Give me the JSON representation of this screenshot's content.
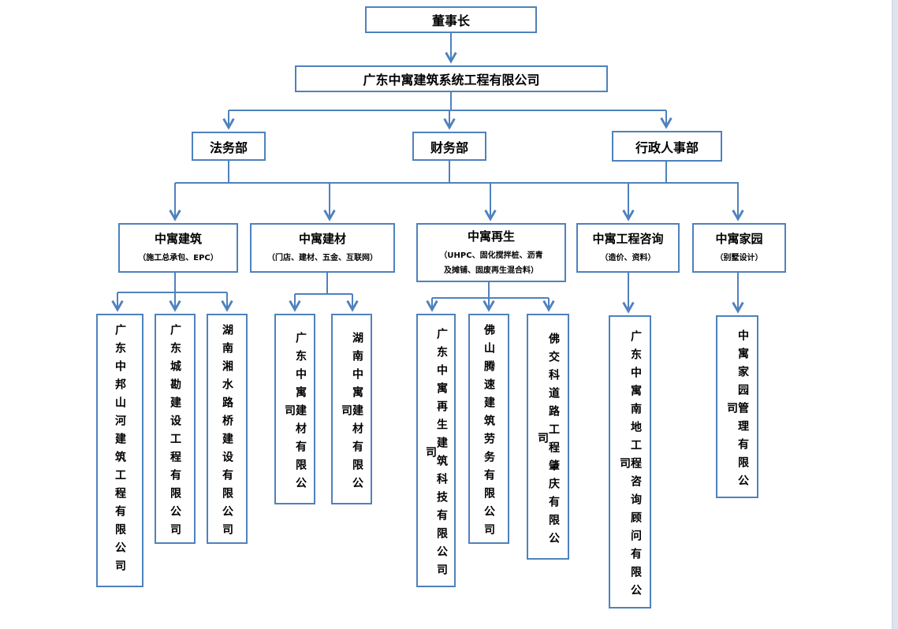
{
  "colors": {
    "accent": "#4f81bd",
    "scrollbar_track": "#dde4eb"
  },
  "org_chart": {
    "chairman": "董事长",
    "company": "广东中寓建筑系统工程有限公司",
    "departments": [
      {
        "label": "法务部"
      },
      {
        "label": "财务部"
      },
      {
        "label": "行政人事部"
      }
    ],
    "divisions": [
      {
        "title": "中寓建筑",
        "subtitle": "（施工总承包、EPC）",
        "companies": [
          "广东中邦山河建筑工程有限公司",
          "广东城勘建设工程有限公司",
          "湖南湘水路桥建设有限公司"
        ]
      },
      {
        "title": "中寓建材",
        "subtitle": "（门店、建材、五金、互联网）",
        "companies": [
          "广东中寓建材有限公司",
          "湖南中寓建材有限公司"
        ]
      },
      {
        "title": "中寓再生",
        "subtitle": "（UHPC、固化搅拌桩、沥青\n及摊铺、固废再生混合料）",
        "companies": [
          "广东中寓再生建筑科技有限公司司",
          "佛山腾速建筑劳务有限公司",
          "佛交科道路工程肇庆有限公司"
        ]
      },
      {
        "title": "中寓工程咨询",
        "subtitle": "（造价、资料）",
        "companies": [
          "广东中寓南地工程咨询顾问有限公司"
        ]
      },
      {
        "title": "中寓家园",
        "subtitle": "（别墅设计）",
        "companies": [
          "中寓家园管理有限公司"
        ]
      }
    ]
  }
}
